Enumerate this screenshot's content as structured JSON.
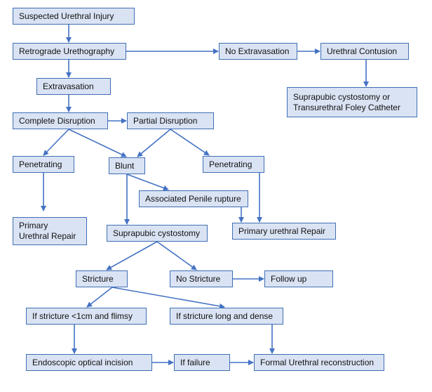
{
  "diagram": {
    "nodes": {
      "suspected": "Suspected Urethral Injury",
      "retrograde": "Retrograde Urethography",
      "no_extravasation": "No Extravasation",
      "urethral_contusion": "Urethral Contusion",
      "suprapubic_or_foley": "Suprapubic cystostomy or\nTransurethral Foley Catheter",
      "extravasation": "Extravasation",
      "complete_disruption": "Complete Disruption",
      "partial_disruption": "Partial Disruption",
      "penetrating_left": "Penetrating",
      "blunt": "Blunt",
      "penetrating_right": "Penetrating",
      "associated_penile": "Associated Penile rupture",
      "primary_repair_left": "Primary\nUrethral Repair",
      "suprapubic_cystostomy": "Suprapubic cystostomy",
      "primary_urethral_repair": "Primary urethral Repair",
      "stricture": "Stricture",
      "no_stricture": "No Stricture",
      "follow_up": "Follow up",
      "short_stricture": "If stricture <1cm and flimsy",
      "long_stricture": "If stricture long and dense",
      "endoscopic": "Endoscopic optical incision",
      "if_failure": "If failure",
      "formal_reconstruction": "Formal Urethral reconstruction"
    },
    "edges": [
      [
        "suspected",
        "retrograde"
      ],
      [
        "retrograde",
        "no_extravasation"
      ],
      [
        "no_extravasation",
        "urethral_contusion"
      ],
      [
        "urethral_contusion",
        "suprapubic_or_foley"
      ],
      [
        "retrograde",
        "extravasation"
      ],
      [
        "extravasation",
        "complete_disruption"
      ],
      [
        "complete_disruption",
        "partial_disruption"
      ],
      [
        "complete_disruption",
        "penetrating_left"
      ],
      [
        "complete_disruption",
        "blunt"
      ],
      [
        "partial_disruption",
        "blunt"
      ],
      [
        "partial_disruption",
        "penetrating_right"
      ],
      [
        "penetrating_left",
        "primary_repair_left"
      ],
      [
        "blunt",
        "associated_penile"
      ],
      [
        "blunt",
        "suprapubic_cystostomy"
      ],
      [
        "associated_penile",
        "primary_urethral_repair"
      ],
      [
        "penetrating_right",
        "primary_urethral_repair"
      ],
      [
        "suprapubic_cystostomy",
        "stricture"
      ],
      [
        "suprapubic_cystostomy",
        "no_stricture"
      ],
      [
        "no_stricture",
        "follow_up"
      ],
      [
        "stricture",
        "short_stricture"
      ],
      [
        "stricture",
        "long_stricture"
      ],
      [
        "short_stricture",
        "endoscopic"
      ],
      [
        "long_stricture",
        "formal_reconstruction"
      ],
      [
        "endoscopic",
        "if_failure"
      ],
      [
        "if_failure",
        "formal_reconstruction"
      ]
    ],
    "colors": {
      "box_fill": "#dae3f3",
      "box_border": "#3f6fb5",
      "arrow": "#4472c4"
    }
  }
}
